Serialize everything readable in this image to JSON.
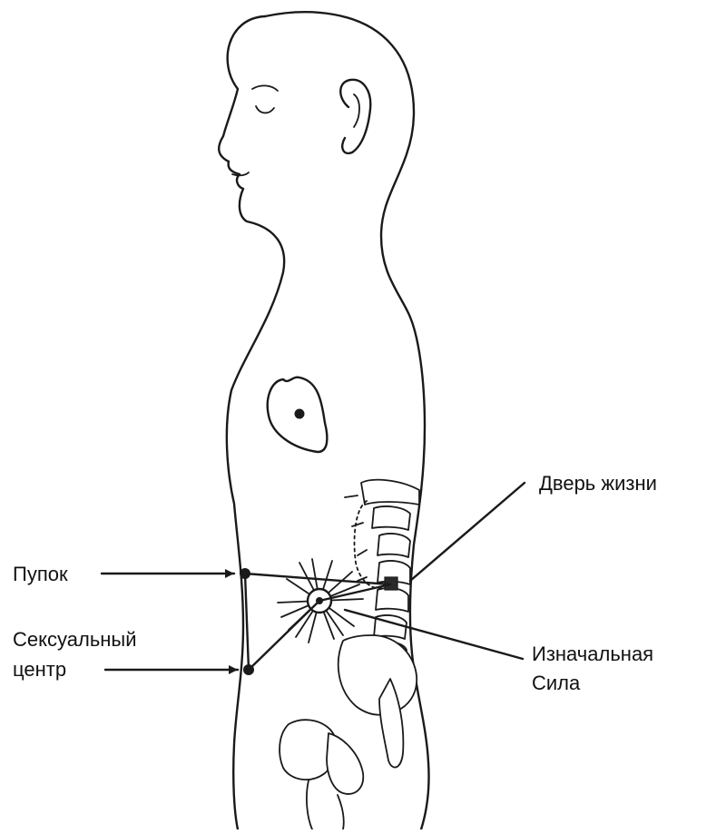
{
  "labels": {
    "navel": "Пупок",
    "sexual_center_line1": "Сексуальный",
    "sexual_center_line2": "центр",
    "door_of_life": "Дверь жизни",
    "original_force_line1": "Изначальная",
    "original_force_line2": "Сила"
  },
  "colors": {
    "ink": "#1a1a1a",
    "background": "#ffffff"
  }
}
